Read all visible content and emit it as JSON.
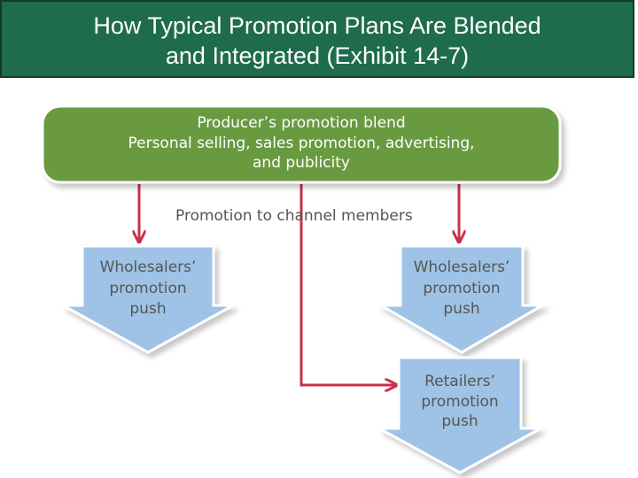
{
  "title": {
    "line1": "How Typical Promotion Plans Are Blended",
    "line2": "and Integrated (Exhibit 14-7)"
  },
  "diagram": {
    "producer_box": {
      "line1": "Producer’s promotion blend",
      "line2": "Personal selling, sales promotion, advertising,",
      "line3": "and publicity"
    },
    "channel_label": "Promotion to channel members",
    "left_arrow": {
      "line1": "Wholesalers’",
      "line2": "promotion",
      "line3": "push"
    },
    "right_arrow": {
      "line1": "Wholesalers’",
      "line2": "promotion",
      "line3": "push"
    },
    "retailers_arrow": {
      "line1": "Retailers’",
      "line2": "promotion",
      "line3": "push"
    }
  },
  "colors": {
    "title_bg": "#1f6b4d",
    "producer_green": "#6a9a3f",
    "connector_red": "#c8304a",
    "push_arrow_blue": "#9ec3e6"
  }
}
